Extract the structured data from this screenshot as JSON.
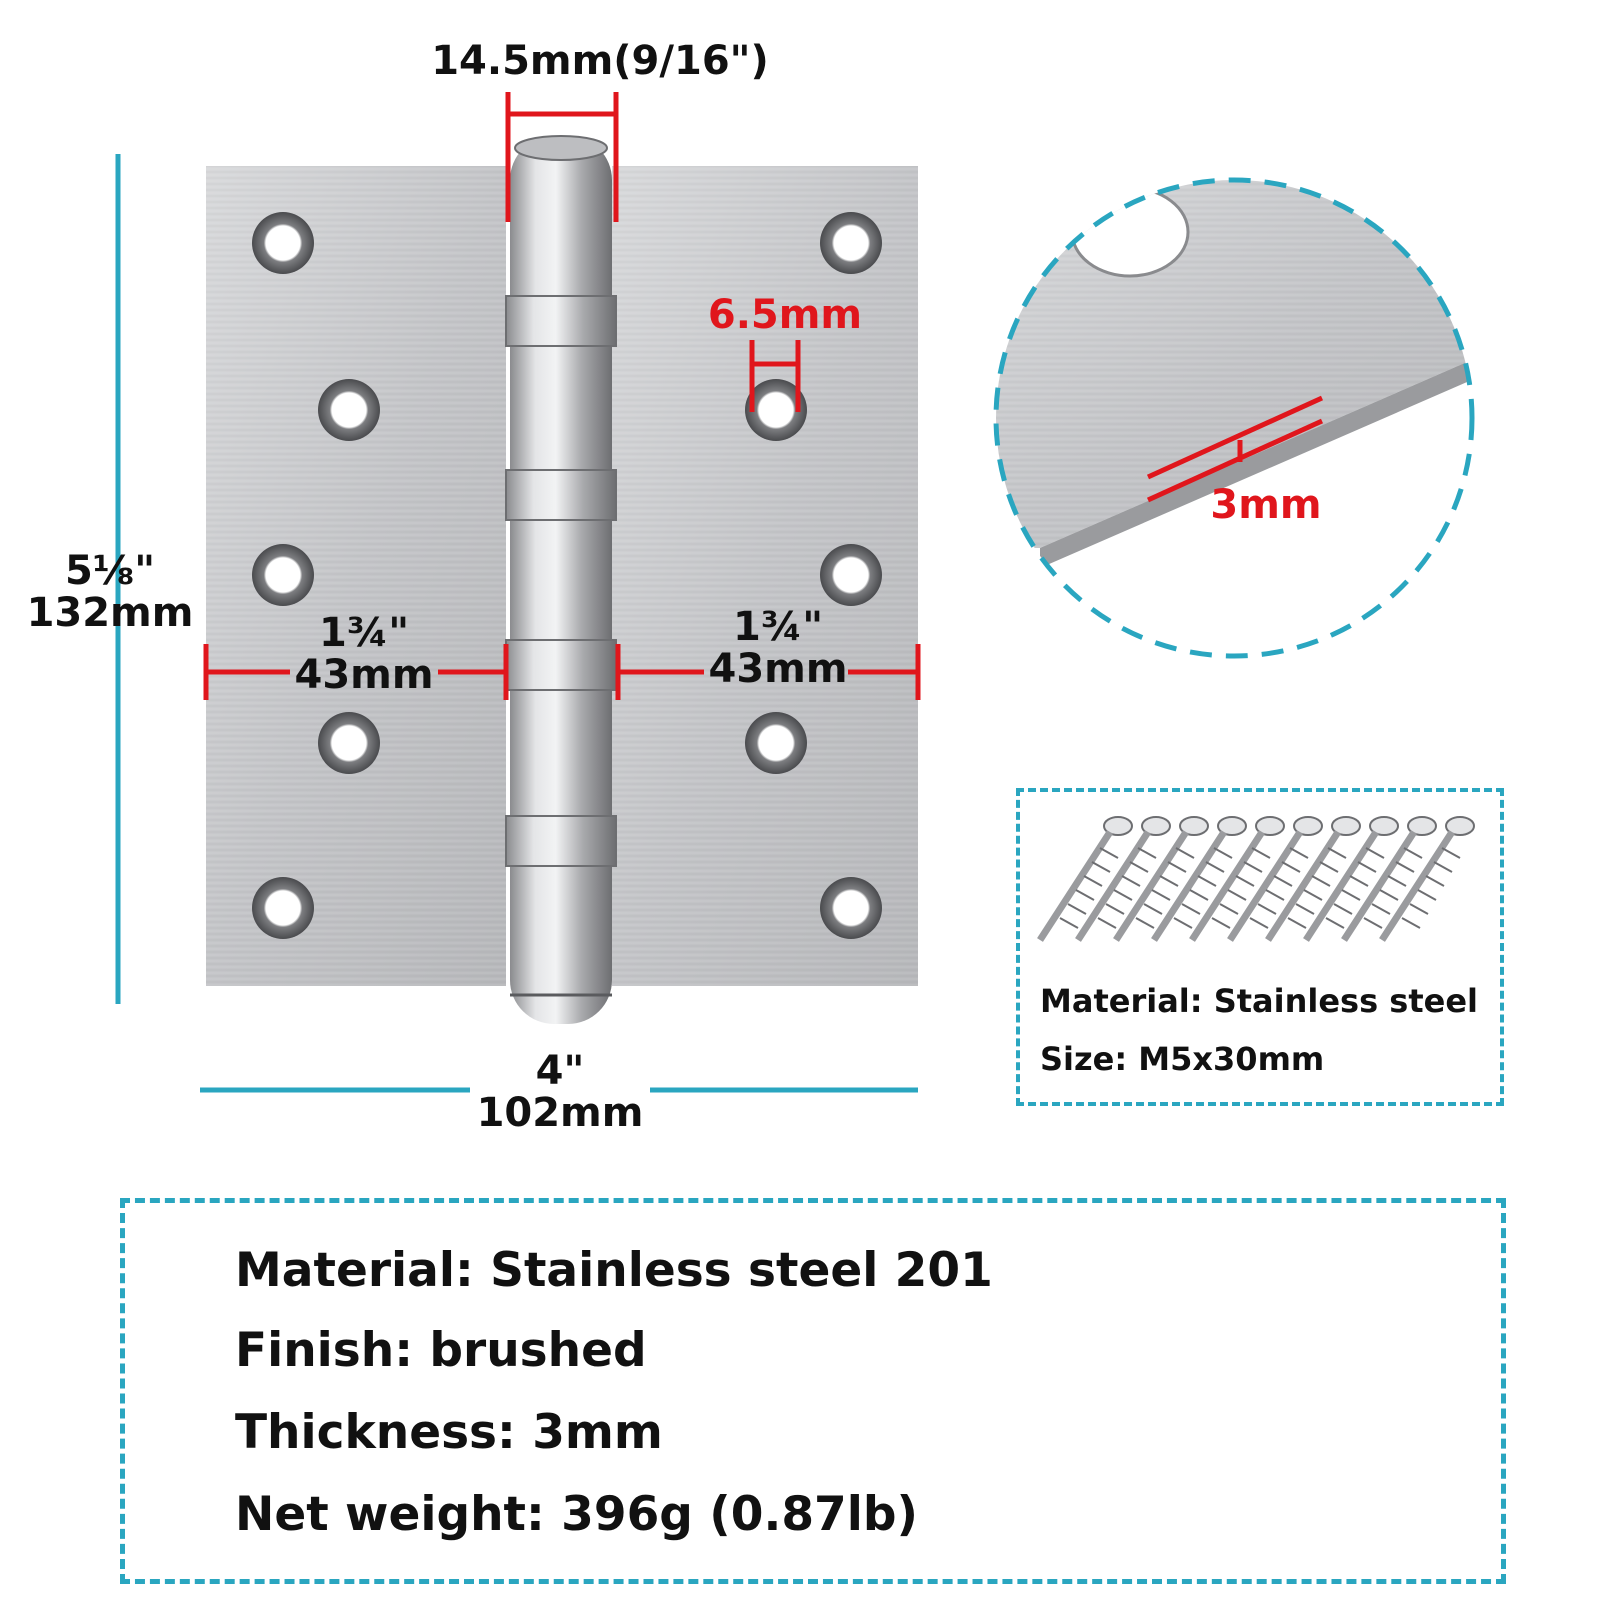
{
  "dimensions": {
    "knuckle_width": "14.5mm(9/16\")",
    "hole_diameter": "6.5mm",
    "height_in": "5⅛\"",
    "height_mm": "132mm",
    "leaf_left_in": "1¾\"",
    "leaf_left_mm": "43mm",
    "leaf_right_in": "1¾\"",
    "leaf_right_mm": "43mm",
    "width_in": "4\"",
    "width_mm": "102mm",
    "thickness": "3mm"
  },
  "screws": {
    "material": "Material: Stainless steel",
    "size": "Size: M5x30mm"
  },
  "specs": {
    "material": "Material: Stainless steel 201",
    "finish": "Finish: brushed",
    "thickness": "Thickness: 3mm",
    "net_weight": "Net weight: 396g (0.87lb)"
  },
  "colors": {
    "accent_blue": "#2aa6c0",
    "dimension_red": "#e0161c",
    "steel": "#c9cacc"
  }
}
